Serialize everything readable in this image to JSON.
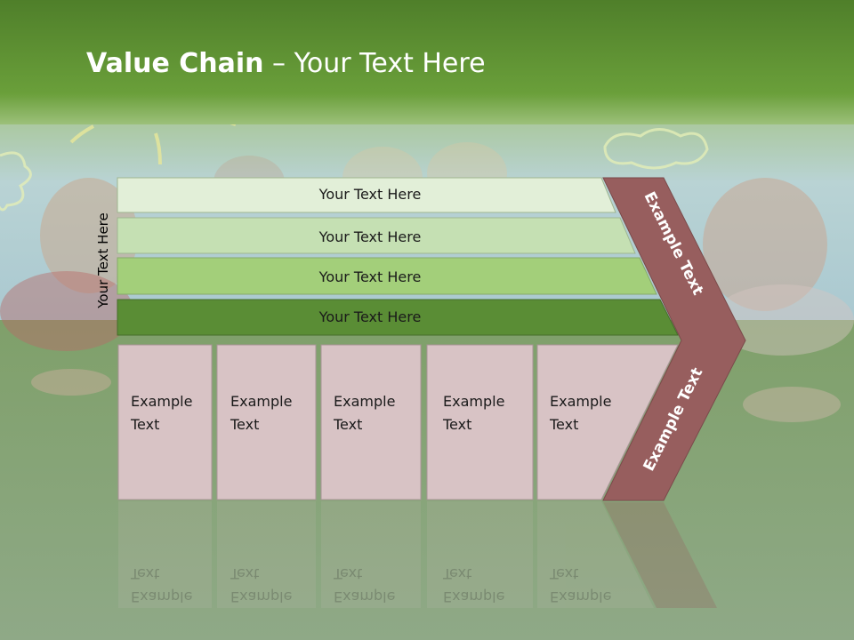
{
  "title": {
    "bold": "Value Chain",
    "rest": " – Your Text Here"
  },
  "side_label": "Your Text Here",
  "bars": [
    "Your Text Here",
    "Your Text Here",
    "Your Text Here",
    "Your Text Here"
  ],
  "boxes": [
    {
      "line1": "Example",
      "line2": "Text"
    },
    {
      "line1": "Example",
      "line2": "Text"
    },
    {
      "line1": "Example",
      "line2": "Text"
    },
    {
      "line1": "Example",
      "line2": "Text"
    },
    {
      "line1": "Example",
      "line2": "Text"
    }
  ],
  "chevron": {
    "upper": "Example Text",
    "lower": "Example Text"
  },
  "colors": {
    "header": "#5d8f30",
    "bar1": "#e2efd8",
    "bar2": "#c5e0b3",
    "bar3": "#a3cf7a",
    "bar4": "#5a8d35",
    "box": "#d8c3c5",
    "chevron": "#975e5e"
  }
}
